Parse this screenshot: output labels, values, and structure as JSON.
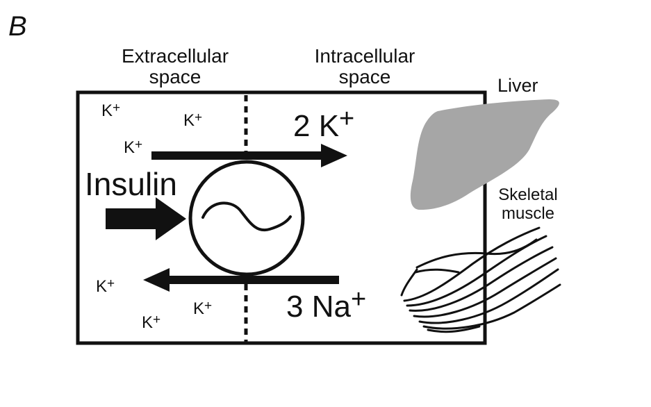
{
  "figure": {
    "panel_label": "B",
    "header_extracellular": [
      "Extracellular",
      "space"
    ],
    "header_intracellular": [
      "Intracellular",
      "space"
    ],
    "ion_k": "K",
    "ion_plus": "+",
    "efflux_label": "2 K",
    "influx_label": "3 Na",
    "stimulus_label": "Insulin",
    "liver_label": "Liver",
    "muscle_label": [
      "Skeletal",
      "muscle"
    ]
  },
  "colors": {
    "ink": "#111111",
    "liver_fill": "#a6a6a6",
    "background": "#ffffff"
  },
  "icons": {
    "pump": "sodium-potassium-pump-icon",
    "liver": "liver-icon",
    "muscle": "skeletal-muscle-icon",
    "arrow": "block-arrow-icon"
  }
}
